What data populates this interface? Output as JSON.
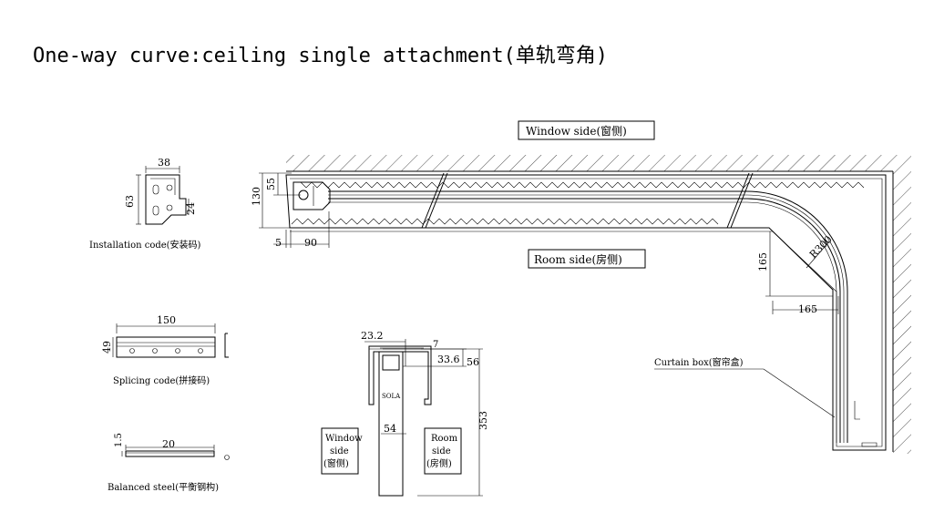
{
  "title": "One-way curve:ceiling single attachment(单轨弯角)",
  "labels": {
    "window_side": "Window side(窗侧)",
    "room_side": "Room side(房侧)",
    "curtain_box": "Curtain box(窗帘盒)",
    "installation_code": "Installation code(安装码)",
    "splicing_code": "Splicing code(拼接码)",
    "balanced_steel": "Balanced steel(平衡钢构)",
    "section_window_side": [
      "Window",
      "side",
      "(窗侧)"
    ],
    "section_room_side": [
      "Room",
      "side",
      "(房侧)"
    ],
    "brand": "SOLA"
  },
  "dimensions": {
    "install_width": "38",
    "install_height": "63",
    "install_small": "24",
    "splice_width": "150",
    "splice_height": "49",
    "steel_width": "20",
    "steel_height": "1.5",
    "plan_130": "130",
    "plan_55": "55",
    "plan_5": "5",
    "plan_90": "90",
    "corner_165_v": "165",
    "corner_165_h": "165",
    "radius": "R300",
    "sec_23_2": "23.2",
    "sec_7": "7",
    "sec_33_6": "33.6",
    "sec_56": "56",
    "sec_54": "54",
    "sec_353": "353"
  }
}
